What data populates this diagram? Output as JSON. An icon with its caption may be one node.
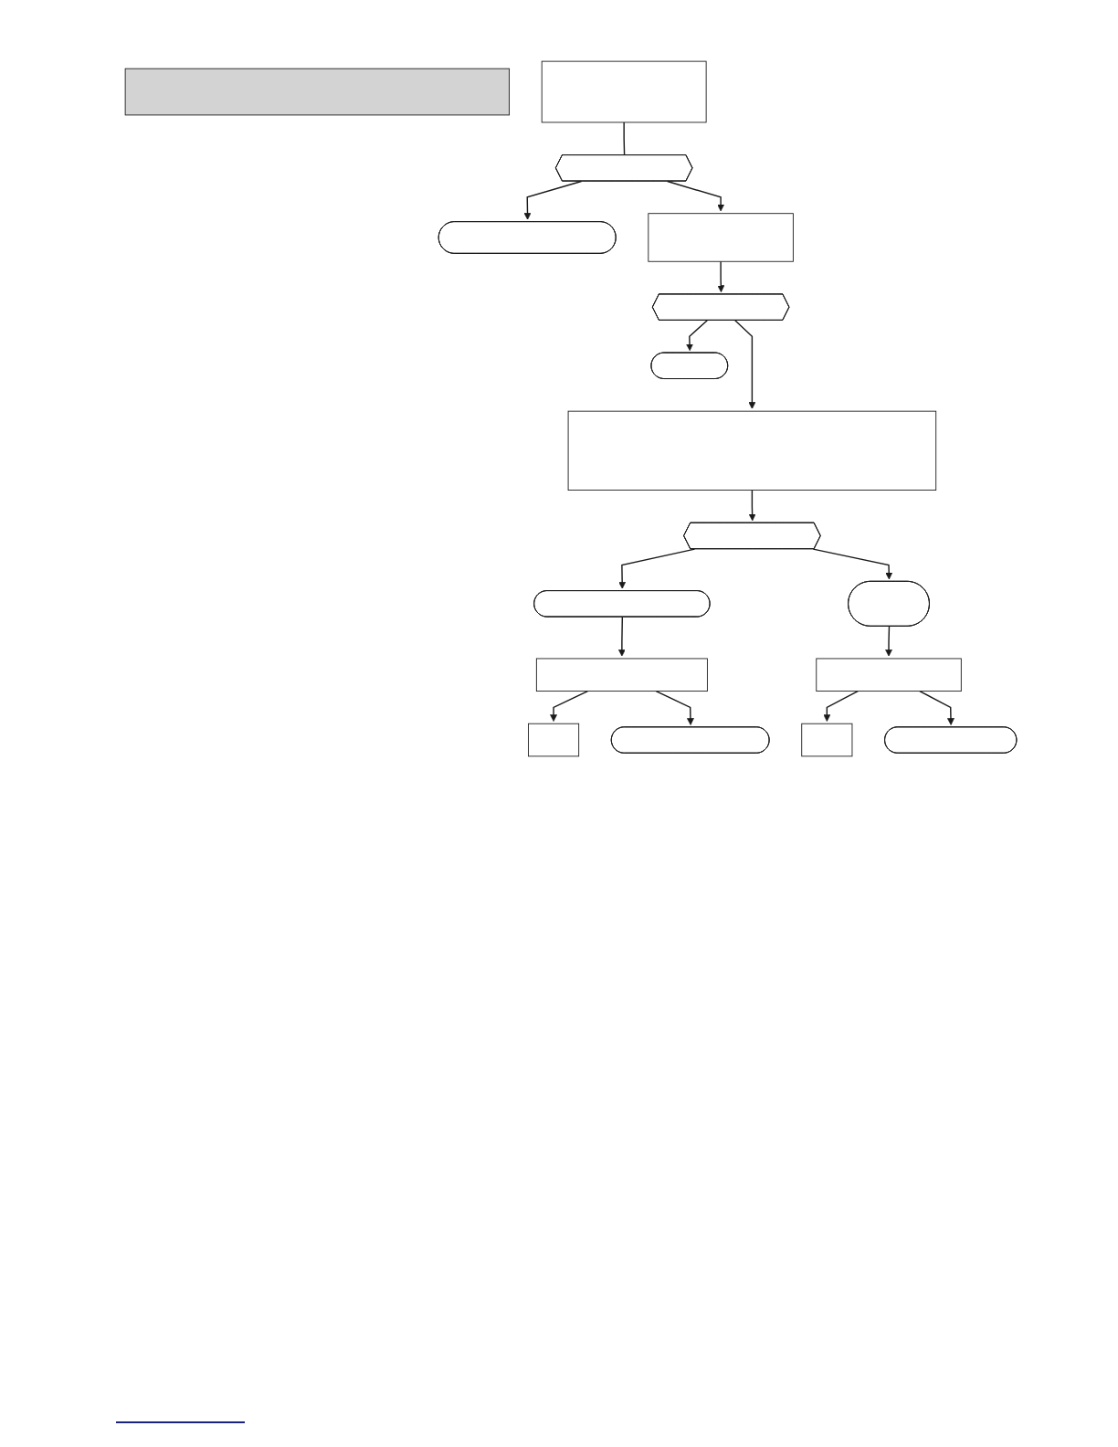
{
  "diagram": {
    "nodes": [
      {
        "text": [],
        "shape": "bar"
      },
      {
        "text": [],
        "shape": "box"
      },
      {
        "text": [],
        "shape": "hexagon"
      },
      {
        "text": [],
        "shape": "pill"
      },
      {
        "text": [],
        "shape": "box"
      },
      {
        "text": [],
        "shape": "hexagon"
      },
      {
        "text": [],
        "shape": "pill"
      },
      {
        "text": [],
        "shape": "box"
      },
      {
        "text": [],
        "shape": "hexagon"
      },
      {
        "text": [],
        "shape": "pill"
      },
      {
        "text": [],
        "shape": "box"
      },
      {
        "text": [],
        "shape": "box"
      },
      {
        "text": [],
        "shape": "pill"
      },
      {
        "text": [],
        "shape": "pill"
      },
      {
        "text": [],
        "shape": "box"
      },
      {
        "text": [],
        "shape": "box"
      },
      {
        "text": [],
        "shape": "pill"
      }
    ],
    "edges": [
      {
        "from": 1,
        "to": 2,
        "arrow": "none"
      },
      {
        "from": 2,
        "to": 3,
        "arrow": "to"
      },
      {
        "from": 2,
        "to": 4,
        "arrow": "to"
      },
      {
        "from": 4,
        "to": 5,
        "arrow": "to"
      },
      {
        "from": 5,
        "to": 6,
        "arrow": "to"
      },
      {
        "from": 5,
        "to": 7,
        "arrow": "to"
      },
      {
        "from": 7,
        "to": 8,
        "arrow": "to"
      },
      {
        "from": 8,
        "to": 9,
        "arrow": "to"
      },
      {
        "from": 8,
        "to": 12,
        "arrow": "to"
      },
      {
        "from": 9,
        "to": 10,
        "arrow": "to"
      },
      {
        "from": 10,
        "to": 11,
        "arrow": "to"
      },
      {
        "from": 10,
        "to": 13,
        "arrow": "to"
      },
      {
        "from": 12,
        "to": 14,
        "arrow": "to"
      },
      {
        "from": 14,
        "to": 15,
        "arrow": "to"
      },
      {
        "from": 14,
        "to": 16,
        "arrow": "to"
      }
    ]
  }
}
